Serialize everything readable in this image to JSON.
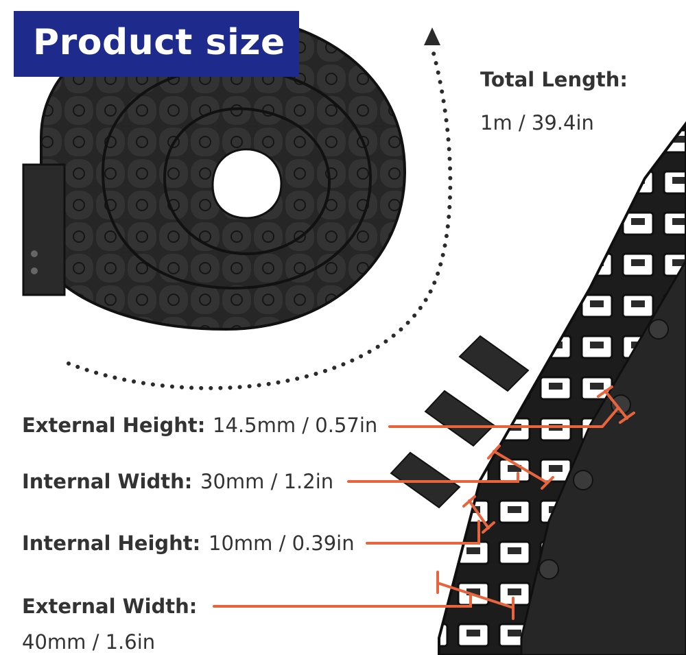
{
  "banner": {
    "title": "Product size",
    "color": "#1f2b8c"
  },
  "specs": {
    "total_length": {
      "label": "Total Length:",
      "value": "1m / 39.4in"
    },
    "external_height": {
      "label": "External Height:",
      "value": "14.5mm / 0.57in"
    },
    "internal_width": {
      "label": "Internal Width:",
      "value": "30mm / 1.2in"
    },
    "internal_height": {
      "label": "Internal Height:",
      "value": "10mm / 0.39in"
    },
    "external_width": {
      "label": "External Width:",
      "value": "40mm / 1.6in"
    }
  },
  "colors": {
    "annotation": "#e8643c",
    "text": "#333333",
    "chain": "#1e1e1e"
  },
  "images": {
    "coiled_chain": "coiled-cable-chain",
    "chain_detail": "cable-chain-closeup"
  }
}
